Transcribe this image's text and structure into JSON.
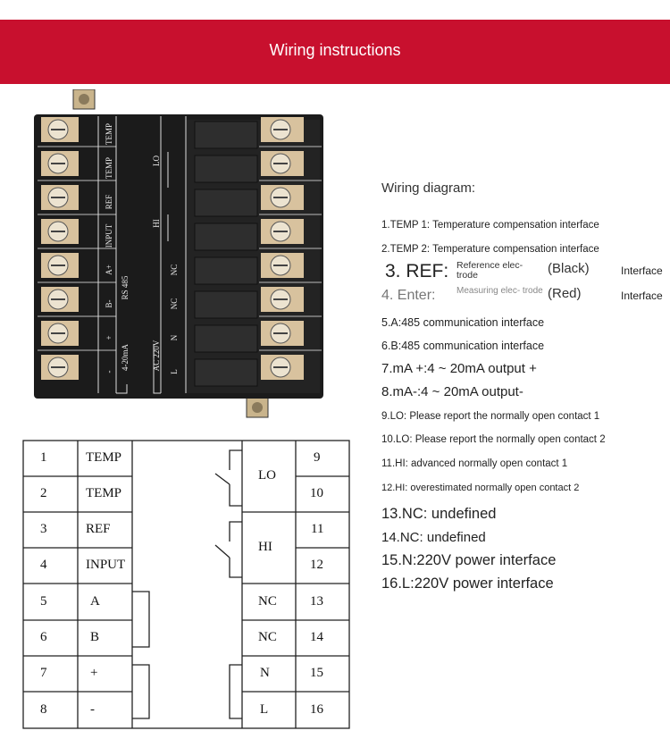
{
  "banner": {
    "title": "Wiring instructions",
    "color": "#c8102e"
  },
  "device": {
    "left_labels": [
      "TEMP",
      "TEMP",
      "REF",
      "INPUT",
      "A+",
      "B-",
      "+",
      "-"
    ],
    "rs485_label": "RS 485",
    "ma_label": "4-20mA",
    "ac_label": "AC 220V",
    "lo_label": "LO",
    "hi_label": "HI",
    "right_labels": [
      "NC",
      "NC",
      "N",
      "L"
    ]
  },
  "instructions": {
    "title": "Wiring diagram:",
    "items": [
      "1.TEMP 1: Temperature compensation interface",
      "2.TEMP 2: Temperature compensation interface",
      "5.A:485 communication interface",
      "6.B:485 communication interface",
      "7.mA +:4 ~ 20mA output +",
      "8.mA-:4 ~ 20mA output-",
      "9.LO: Please report the normally open contact 1",
      "10.LO: Please report the normally open contact 2",
      "11.HI: advanced normally open contact 1",
      "12.HI: overestimated normally open contact 2",
      "13.NC: undefined",
      "14.NC: undefined",
      "15.N:220V power interface",
      "16.L:220V power interface"
    ],
    "ref": {
      "label": "3. REF:",
      "sub": "Reference elec- trode",
      "paren": "(Black)",
      "iface": "Interface"
    },
    "enter": {
      "label": "4. Enter:",
      "sub": "Measuring elec- trode",
      "paren": "(Red)",
      "iface": "Interface"
    }
  },
  "table": {
    "left_numbers": [
      "1",
      "2",
      "3",
      "4",
      "5",
      "6",
      "7",
      "8"
    ],
    "left_labels": [
      "TEMP",
      "TEMP",
      "REF",
      "INPUT",
      "A",
      "B",
      "+",
      "-"
    ],
    "right_numbers": [
      "9",
      "10",
      "11",
      "12",
      "13",
      "14",
      "15",
      "16"
    ],
    "right_labels": [
      "LO",
      "HI",
      "NC",
      "NC",
      "N",
      "L"
    ]
  }
}
